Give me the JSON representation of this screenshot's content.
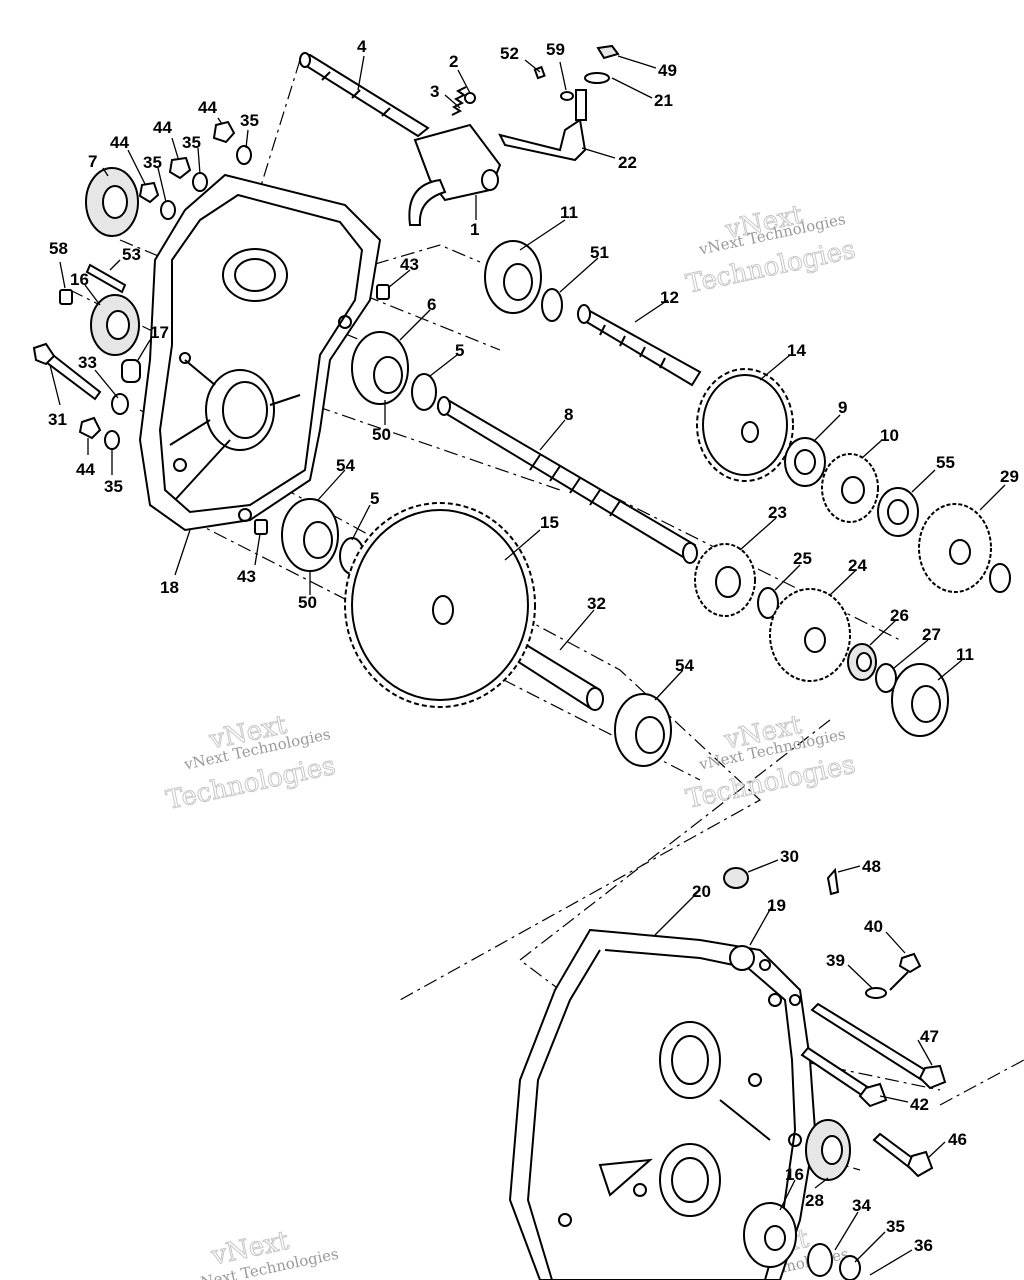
{
  "watermark": {
    "line1": "vNext",
    "line2": "Technologies",
    "line3": "vNext Technologies"
  },
  "callouts": [
    {
      "id": "4",
      "text": "4"
    },
    {
      "id": "2",
      "text": "2"
    },
    {
      "id": "52",
      "text": "52"
    },
    {
      "id": "59",
      "text": "59"
    },
    {
      "id": "49",
      "text": "49"
    },
    {
      "id": "21",
      "text": "21"
    },
    {
      "id": "3",
      "text": "3"
    },
    {
      "id": "22",
      "text": "22"
    },
    {
      "id": "1",
      "text": "1"
    },
    {
      "id": "44a",
      "text": "44"
    },
    {
      "id": "35a",
      "text": "35"
    },
    {
      "id": "44b",
      "text": "44"
    },
    {
      "id": "35b",
      "text": "35"
    },
    {
      "id": "44c",
      "text": "44"
    },
    {
      "id": "35c",
      "text": "35"
    },
    {
      "id": "7",
      "text": "7"
    },
    {
      "id": "58",
      "text": "58"
    },
    {
      "id": "53",
      "text": "53"
    },
    {
      "id": "16a",
      "text": "16"
    },
    {
      "id": "17",
      "text": "17"
    },
    {
      "id": "33",
      "text": "33"
    },
    {
      "id": "31",
      "text": "31"
    },
    {
      "id": "44d",
      "text": "44"
    },
    {
      "id": "35d",
      "text": "35"
    },
    {
      "id": "18",
      "text": "18"
    },
    {
      "id": "43a",
      "text": "43"
    },
    {
      "id": "43b",
      "text": "43"
    },
    {
      "id": "11a",
      "text": "11"
    },
    {
      "id": "51",
      "text": "51"
    },
    {
      "id": "12",
      "text": "12"
    },
    {
      "id": "14",
      "text": "14"
    },
    {
      "id": "6",
      "text": "6"
    },
    {
      "id": "5a",
      "text": "5"
    },
    {
      "id": "50a",
      "text": "50"
    },
    {
      "id": "8",
      "text": "8"
    },
    {
      "id": "9",
      "text": "9"
    },
    {
      "id": "10",
      "text": "10"
    },
    {
      "id": "55",
      "text": "55"
    },
    {
      "id": "29",
      "text": "29"
    },
    {
      "id": "54a",
      "text": "54"
    },
    {
      "id": "5b",
      "text": "5"
    },
    {
      "id": "50b",
      "text": "50"
    },
    {
      "id": "15",
      "text": "15"
    },
    {
      "id": "23",
      "text": "23"
    },
    {
      "id": "25",
      "text": "25"
    },
    {
      "id": "24",
      "text": "24"
    },
    {
      "id": "26",
      "text": "26"
    },
    {
      "id": "27",
      "text": "27"
    },
    {
      "id": "11b",
      "text": "11"
    },
    {
      "id": "32",
      "text": "32"
    },
    {
      "id": "54b",
      "text": "54"
    },
    {
      "id": "30",
      "text": "30"
    },
    {
      "id": "48",
      "text": "48"
    },
    {
      "id": "20",
      "text": "20"
    },
    {
      "id": "19",
      "text": "19"
    },
    {
      "id": "40",
      "text": "40"
    },
    {
      "id": "39",
      "text": "39"
    },
    {
      "id": "47",
      "text": "47"
    },
    {
      "id": "42",
      "text": "42"
    },
    {
      "id": "46",
      "text": "46"
    },
    {
      "id": "16b",
      "text": "16"
    },
    {
      "id": "28",
      "text": "28"
    },
    {
      "id": "34",
      "text": "34"
    },
    {
      "id": "35e",
      "text": "35"
    },
    {
      "id": "36",
      "text": "36"
    }
  ]
}
